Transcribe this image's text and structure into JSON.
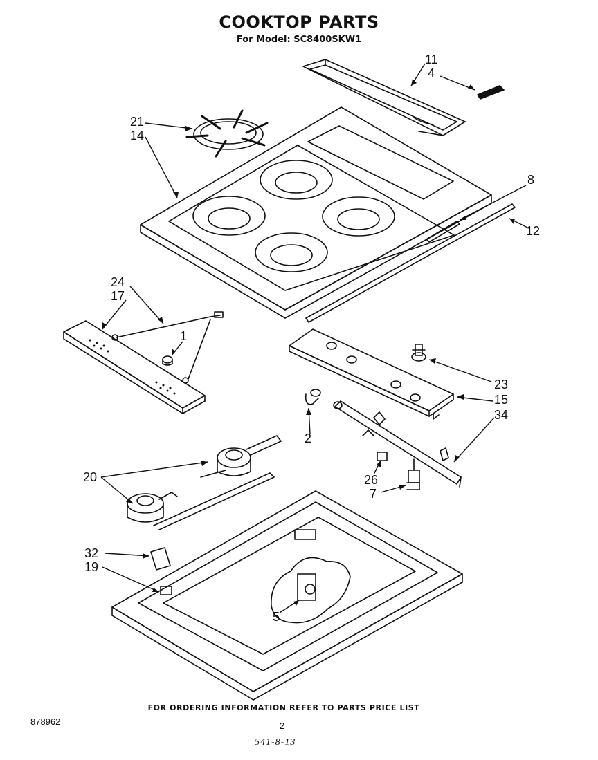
{
  "header": {
    "title": "COOKTOP PARTS",
    "subtitle": "For Model: SC8400SKW1"
  },
  "callouts": {
    "c11": "11",
    "c4": "4",
    "c21": "21",
    "c14": "14",
    "c8": "8",
    "c12": "12",
    "c24": "24",
    "c17": "17",
    "c1": "1",
    "c23": "23",
    "c15": "15",
    "c34": "34",
    "c2": "2",
    "c20": "20",
    "c26": "26",
    "c7": "7",
    "c32": "32",
    "c19": "19",
    "c5": "5"
  },
  "footer": {
    "ordering_note": "FOR ORDERING INFORMATION REFER TO PARTS PRICE LIST",
    "document_number": "878962",
    "page_number": "2",
    "handwritten_code": "541-8-13"
  }
}
